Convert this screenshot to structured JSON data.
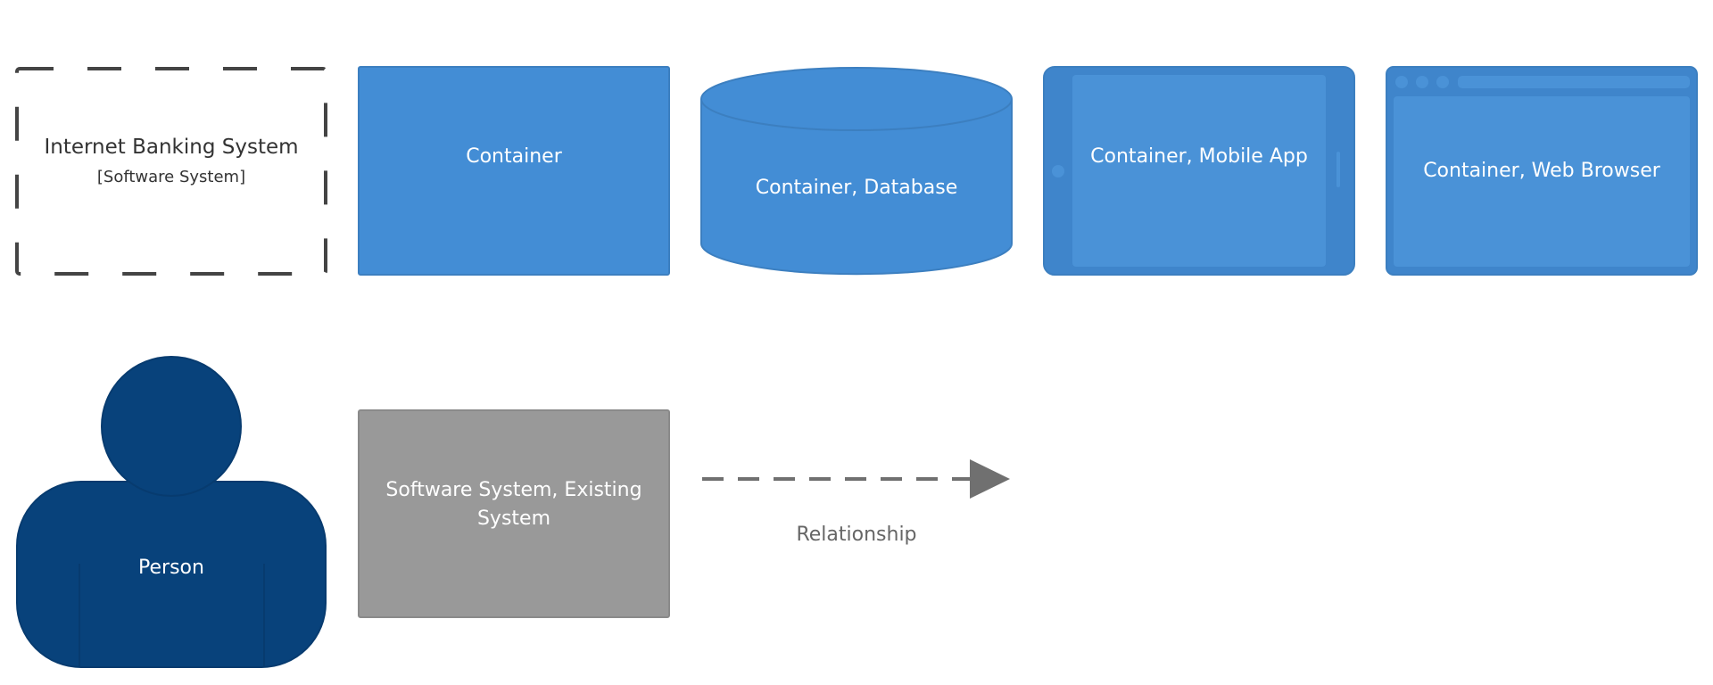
{
  "colors": {
    "container": "#438dd5",
    "container_stroke": "#3c7fc0",
    "container_inner": "#4d94d8",
    "person": "#08427b",
    "person_stroke": "#073b6f",
    "existing_system": "#999999",
    "existing_system_stroke": "#8a8a8a",
    "relationship": "#707070",
    "boundary_stroke": "#444444",
    "boundary_text": "#333333",
    "light_text": "#ffffff",
    "relationship_text": "#666666"
  },
  "boundary": {
    "title": "Internet Banking System",
    "subtitle": "[Software System]"
  },
  "container": {
    "label": "Container"
  },
  "database": {
    "label": "Container, Database"
  },
  "mobile_app": {
    "label": "Container, Mobile App"
  },
  "web_browser": {
    "label": "Container, Web Browser"
  },
  "person": {
    "label": "Person"
  },
  "existing_system": {
    "line1": "Software System, Existing",
    "line2": "System"
  },
  "relationship": {
    "label": "Relationship"
  }
}
